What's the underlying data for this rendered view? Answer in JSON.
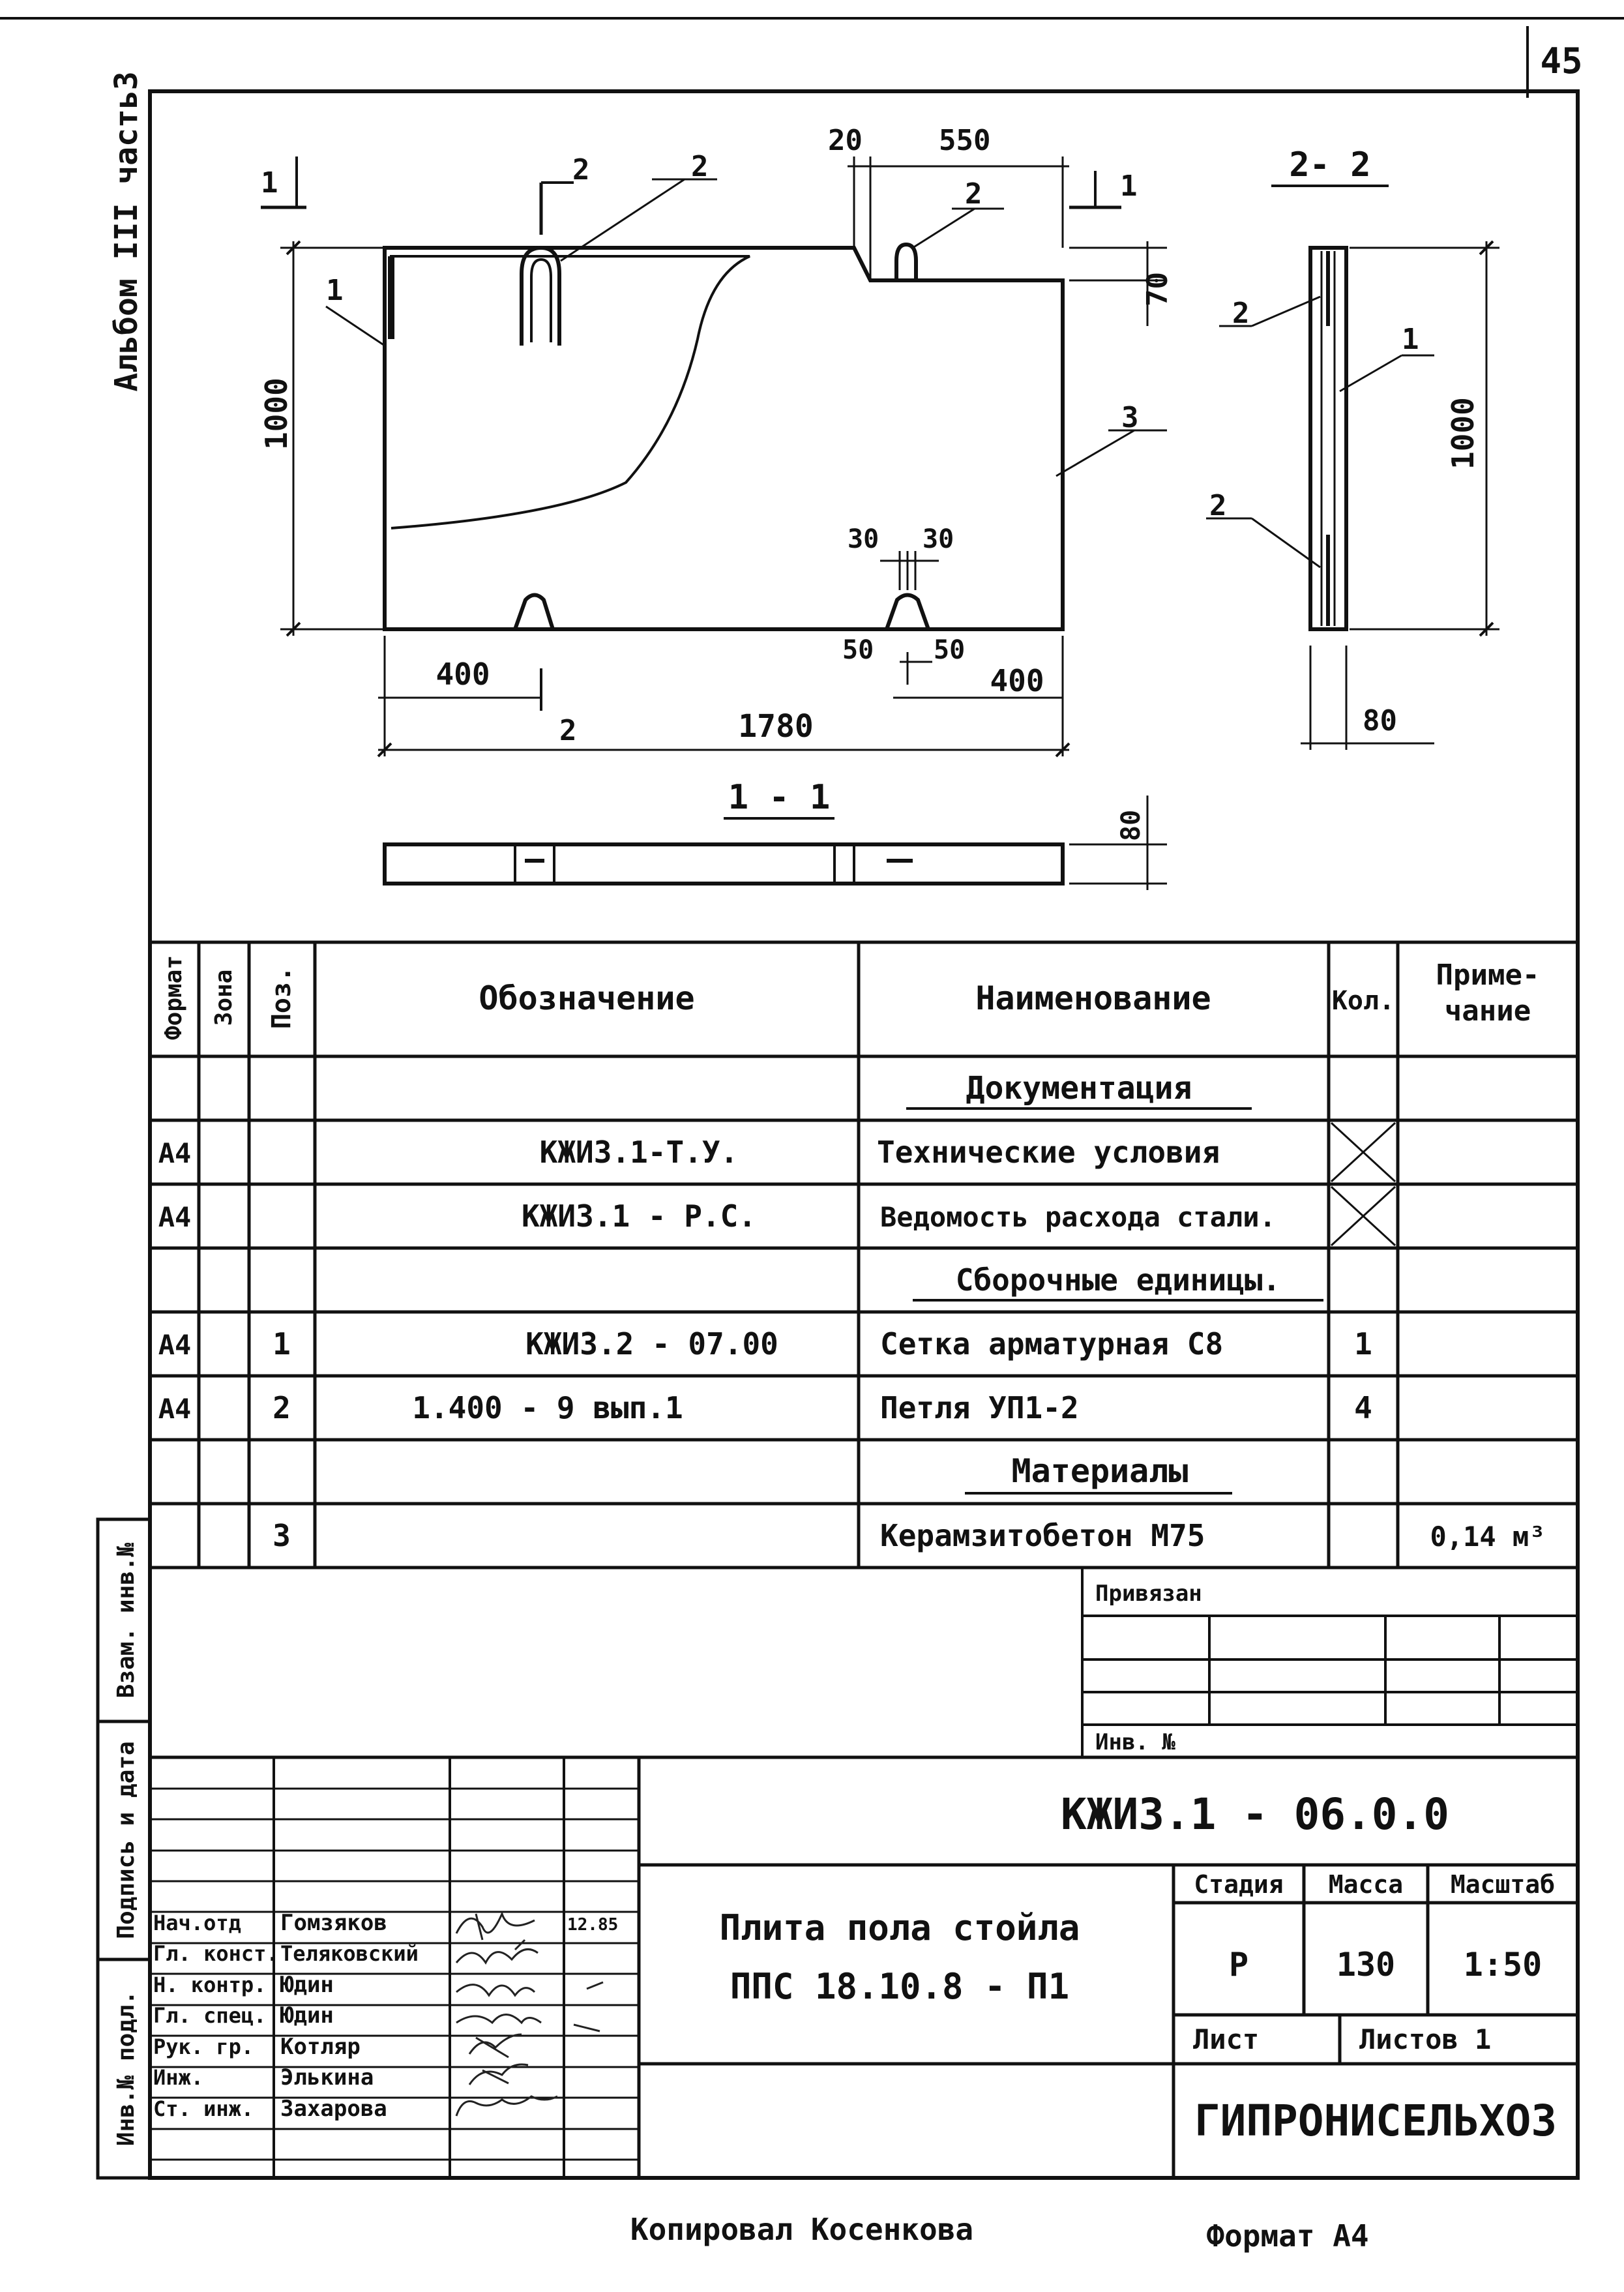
{
  "page_number": "45",
  "side_label": "Альбом III часть3",
  "drawing": {
    "dims": {
      "d20": "20",
      "d550": "550",
      "d70": "70",
      "d1000": "1000",
      "d400a": "400",
      "d400b": "400",
      "d1780": "1780",
      "d30a": "30",
      "d30b": "30",
      "d50a": "50",
      "d50b": "50",
      "d80side": "80",
      "d80sec": "80",
      "d1000side": "1000"
    },
    "callouts": {
      "c1a": "1",
      "c2a": "2",
      "c2b": "2",
      "c2c": "2",
      "c3": "3",
      "cut1l": "1",
      "cut1r": "1",
      "cut2b": "2",
      "s1": "1",
      "s2a": "2",
      "s2b": "2"
    },
    "section_labels": {
      "sec11": "1 - 1",
      "sec22": "2- 2"
    }
  },
  "spec": {
    "headers": {
      "format": "Формат",
      "zone": "Зона",
      "pos": "Поз.",
      "designation": "Обозначение",
      "name": "Наименование",
      "qty": "Кол.",
      "note_l1": "Приме-",
      "note_l2": "чание"
    },
    "rows": [
      {
        "format": "",
        "pos": "",
        "designation": "",
        "name": "Документация",
        "qty": "",
        "note": ""
      },
      {
        "format": "А4",
        "pos": "",
        "designation": "КЖИ3.1-Т.У.",
        "name": "Технические условия",
        "qty": "",
        "note": ""
      },
      {
        "format": "А4",
        "pos": "",
        "designation": "КЖИ3.1 - Р.С.",
        "name": "Ведомость расхода стали.",
        "qty": "",
        "note": ""
      },
      {
        "format": "",
        "pos": "",
        "designation": "",
        "name": "Сборочные единицы.",
        "qty": "",
        "note": ""
      },
      {
        "format": "А4",
        "pos": "1",
        "designation": "КЖИ3.2 - 07.00",
        "name": "Сетка арматурная С8",
        "qty": "1",
        "note": ""
      },
      {
        "format": "А4",
        "pos": "2",
        "designation": "1.400 - 9 вып.1",
        "name": "Петля УП1-2",
        "qty": "4",
        "note": ""
      },
      {
        "format": "",
        "pos": "",
        "designation": "",
        "name": "Материалы",
        "qty": "",
        "note": ""
      },
      {
        "format": "",
        "pos": "3",
        "designation": "",
        "name": "Керамзитобетон М75",
        "qty": "",
        "note": "0,14 м³"
      }
    ]
  },
  "left_margin": {
    "vzam": "Взам. инв.№",
    "podp": "Подпись и дата",
    "inv": "Инв.№ подл."
  },
  "binding": {
    "label": "Привязан",
    "inv": "Инв. №"
  },
  "title_block": {
    "doc_code": "КЖИ3.1 - 06.0.0",
    "title_l1": "Плита пола стойла",
    "title_l2": "ППС 18.10.8 - П1",
    "stage_label": "Стадия",
    "mass_label": "Масса",
    "scale_label": "Масштаб",
    "stage": "Р",
    "mass": "130",
    "scale": "1:50",
    "sheet_label": "Лист",
    "sheets_label": "Листов 1",
    "org": "ГИПРОНИСЕЛЬХОЗ",
    "date": "12.85",
    "people": [
      {
        "role": "Нач.отд",
        "name": "Гомзяков"
      },
      {
        "role": "Гл. конст.",
        "name": "Теляковский"
      },
      {
        "role": "Н. контр.",
        "name": "Юдин"
      },
      {
        "role": "Гл. спец.",
        "name": "Юдин"
      },
      {
        "role": "Рук. гр.",
        "name": "Котляр"
      },
      {
        "role": "Инж.",
        "name": "Элькина"
      },
      {
        "role": "Ст. инж.",
        "name": "Захарова"
      }
    ]
  },
  "footer": {
    "copied": "Копировал Косенкова",
    "format": "Формат А4"
  }
}
